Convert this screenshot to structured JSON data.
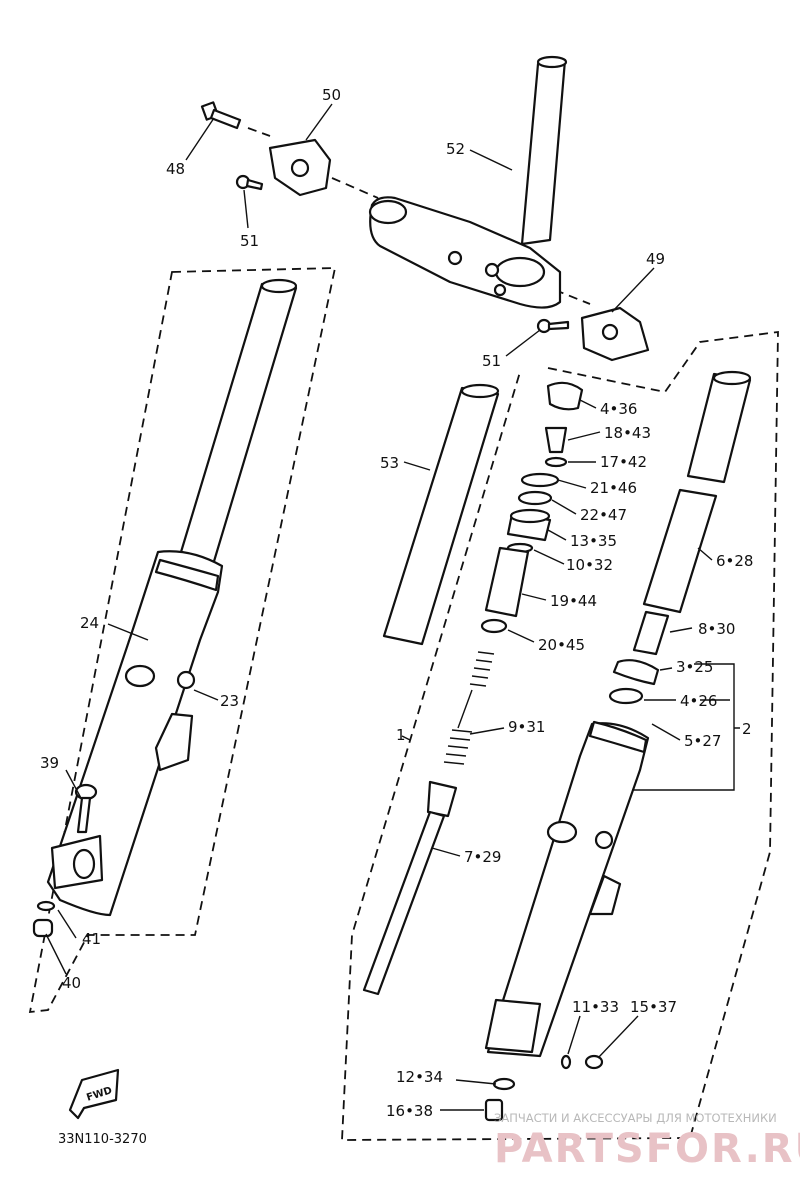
{
  "diagram_code": "33N110-3270",
  "fwd_label": "FWD",
  "watermark": {
    "line1": "ЗАПЧАСТИ И АКСЕССУАРЫ ДЛЯ МОТОТЕХНИКИ",
    "line2": "PARTSFOR.RU",
    "color": "#e8c2c6"
  },
  "labels": {
    "p1": "1",
    "p2": "2",
    "p3_25": "3•25",
    "p4_26": "4•26",
    "p4_36": "4•36",
    "p5_27": "5•27",
    "p6_28": "6•28",
    "p7_29": "7•29",
    "p8_30": "8•30",
    "p9_31": "9•31",
    "p10_32": "10•32",
    "p11_33": "11•33",
    "p12_34": "12•34",
    "p13_35": "13•35",
    "p15_37": "15•37",
    "p16_38": "16•38",
    "p17_42": "17•42",
    "p18_43": "18•43",
    "p19_44": "19•44",
    "p20_45": "20•45",
    "p21_46": "21•46",
    "p22_47": "22•47",
    "p23": "23",
    "p24": "24",
    "p39": "39",
    "p40": "40",
    "p41": "41",
    "p48": "48",
    "p49": "49",
    "p50": "50",
    "p51a": "51",
    "p51b": "51",
    "p52": "52",
    "p53": "53"
  }
}
